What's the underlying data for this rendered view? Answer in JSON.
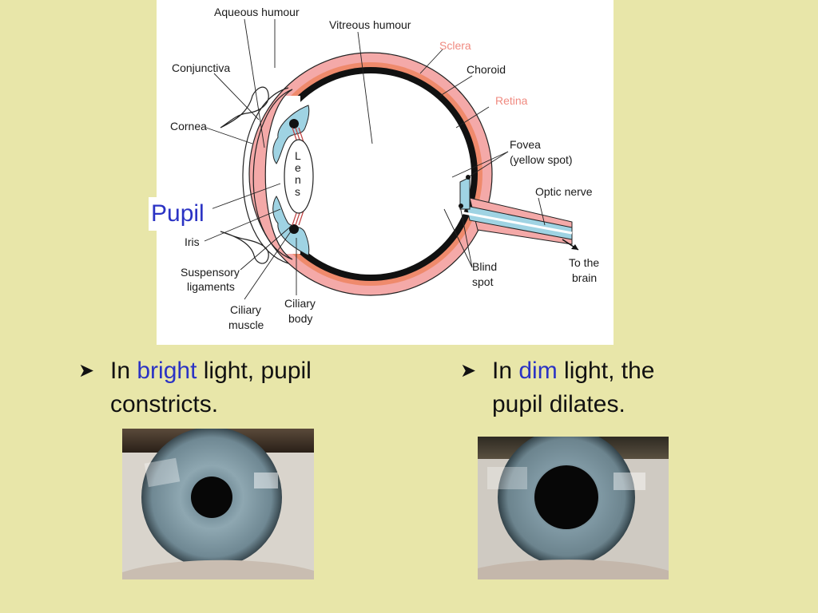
{
  "diagram": {
    "labels": {
      "aqueous_humour": "Aqueous humour",
      "vitreous_humour": "Vitreous humour",
      "sclera": "Sclera",
      "conjunctiva": "Conjunctiva",
      "choroid": "Choroid",
      "retina": "Retina",
      "cornea": "Cornea",
      "fovea_line1": "Fovea",
      "fovea_line2": "(yellow spot)",
      "optic_nerve": "Optic nerve",
      "lens_l": "L",
      "lens_e": "e",
      "lens_n": "n",
      "lens_s": "s",
      "iris": "Iris",
      "suspensory_line1": "Suspensory",
      "suspensory_line2": "ligaments",
      "blind_spot_line1": "Blind",
      "blind_spot_line2": "spot",
      "to_brain_line1": "To the",
      "to_brain_line2": "brain",
      "ciliary_muscle_line1": "Ciliary",
      "ciliary_muscle_line2": "muscle",
      "ciliary_body_line1": "Ciliary",
      "ciliary_body_line2": "body"
    },
    "pupil_callout": "Pupil",
    "colors": {
      "sclera": "#f4a9a8",
      "retina": "#f08a6e",
      "choroid": "#111111",
      "ciliary": "#9fd3e3",
      "optic_nerve": "#9fd3e3",
      "highlight_label": "#f08a80"
    }
  },
  "bullets": {
    "left": {
      "prefix": "In ",
      "highlight": "bright",
      "suffix_line1": " light, pupil",
      "line2": "constricts."
    },
    "right": {
      "prefix": "In ",
      "highlight": "dim",
      "suffix_line1": " light, the",
      "line2": "pupil dilates."
    }
  },
  "photos": {
    "bright": {
      "pupil_fraction": 0.22,
      "iris_color": "#7f98a3"
    },
    "dim": {
      "pupil_fraction": 0.36,
      "iris_color": "#7f98a3"
    }
  },
  "colors": {
    "background": "#e8e6a9",
    "accent_text": "#2b33c4"
  }
}
